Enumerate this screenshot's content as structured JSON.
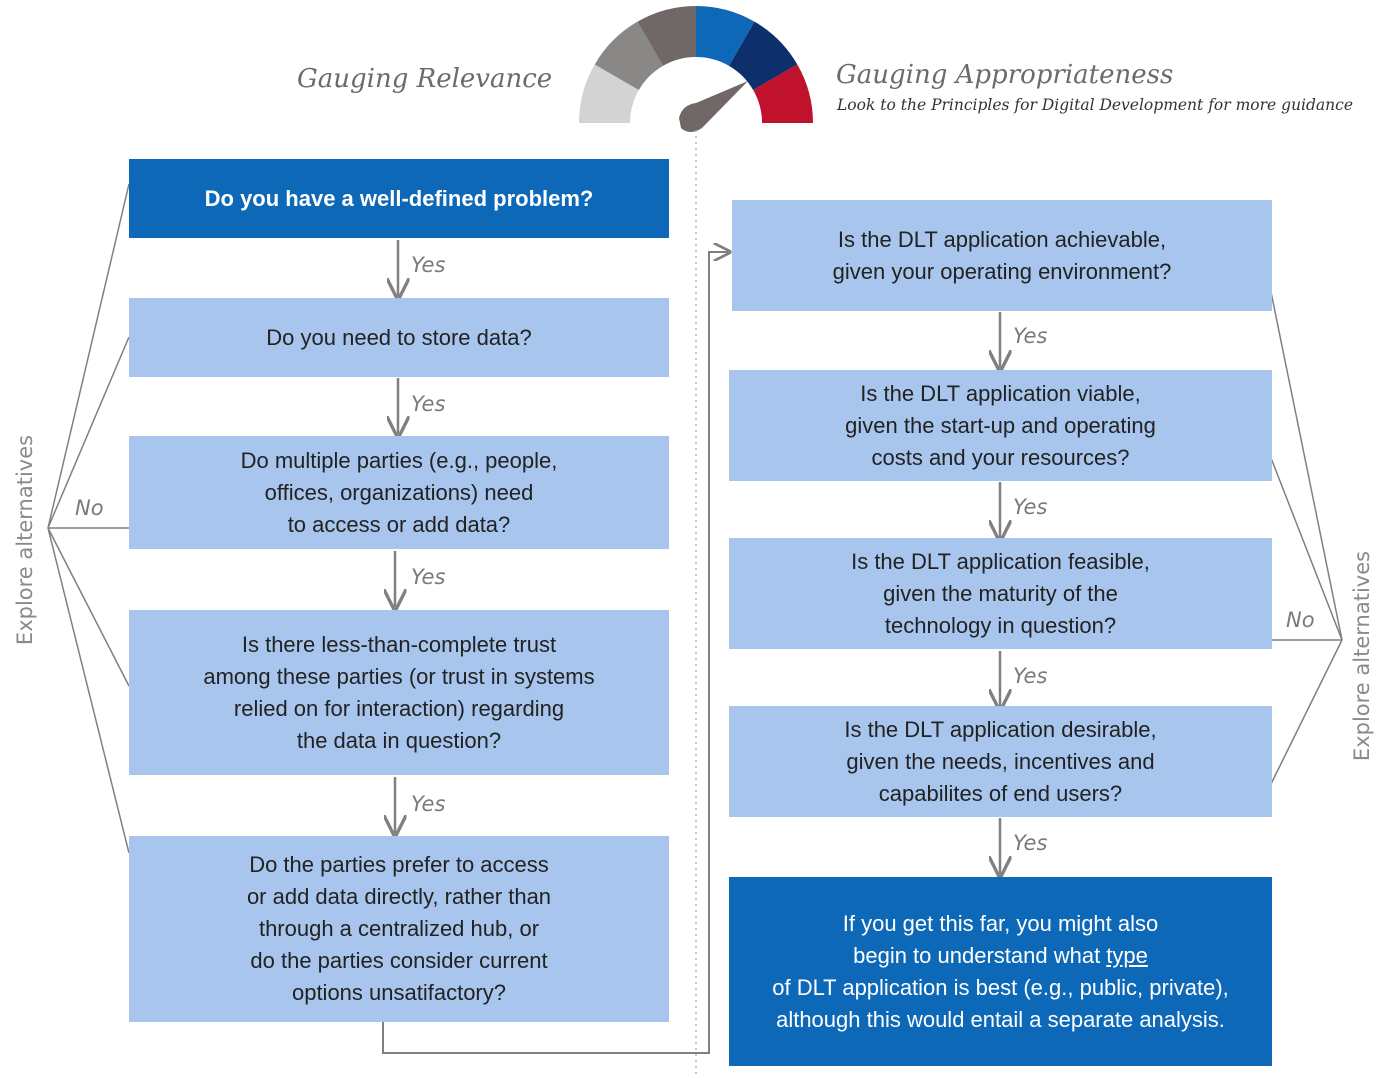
{
  "header": {
    "left_title": "Gauging Relevance",
    "right_title": "Gauging Appropriateness",
    "right_subtitle": "Look to the Principles for Digital Development for more guidance"
  },
  "gauge": {
    "segment_colors": [
      "#d3d3d3",
      "#8a8886",
      "#6f6866",
      "#0e68b8",
      "#0d2f6b",
      "#c0112d"
    ],
    "needle_color": "#6f6866"
  },
  "colors": {
    "light_box": "#a8c6ed",
    "dark_box": "#0e68b8",
    "connector": "#808080"
  },
  "left_column": {
    "q1": "Do you have a well-defined problem?",
    "q2": "Do you need to store data?",
    "q3": "Do multiple parties (e.g., people,\noffices, organizations) need\nto access or add data?",
    "q4": "Is there less-than-complete trust\namong these parties (or trust in systems\nrelied on for interaction) regarding\nthe data in question?",
    "q5": "Do the parties prefer to access\nor add data directly, rather than\nthrough a centralized hub, or\ndo the parties consider current\noptions unsatifactory?"
  },
  "right_column": {
    "q1": "Is the DLT application achievable,\ngiven your operating environment?",
    "q2": "Is the DLT application viable,\ngiven the start-up and operating\ncosts and your resources?",
    "q3": "Is the DLT application feasible,\ngiven the maturity of the\ntechnology in question?",
    "q4": "Is the DLT application desirable,\ngiven the needs, incentives and\ncapabilites of end users?",
    "final_line1": "If you get this far, you might also",
    "final_line2_pre": "begin to understand what ",
    "final_line2_underlined": "type",
    "final_line3": "of DLT application is best (e.g., public, private),",
    "final_line4": "although this would entail a separate analysis."
  },
  "labels": {
    "yes": "Yes",
    "no": "No",
    "explore": "Explore alternatives"
  }
}
